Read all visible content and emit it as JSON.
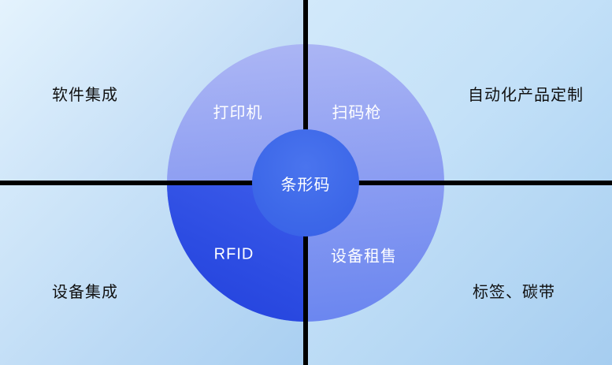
{
  "diagram": {
    "center": {
      "label": "条形码"
    },
    "ring_segments": {
      "top_left": {
        "label": "打印机"
      },
      "top_right": {
        "label": "扫码枪"
      },
      "bottom_left": {
        "label": "RFID"
      },
      "bottom_right": {
        "label": "设备租售"
      }
    },
    "outer_labels": {
      "top_left": {
        "label": "软件集成"
      },
      "top_right": {
        "label": "自动化产品定制"
      },
      "bottom_left": {
        "label": "设备集成"
      },
      "bottom_right": {
        "label": "标签、碳带"
      }
    },
    "colors": {
      "divider_line": "#000000",
      "center_circle": "#3e69e9",
      "ring_gradient_top": "#acb5f4",
      "ring_gradient_bottom": "#6581ef",
      "rfid_quarter": "#2c4ce2",
      "background_light": "#e4f3fd",
      "background_dark": "#a6cdf0",
      "inner_text": "#ffffff",
      "outer_text": "#111111"
    }
  }
}
